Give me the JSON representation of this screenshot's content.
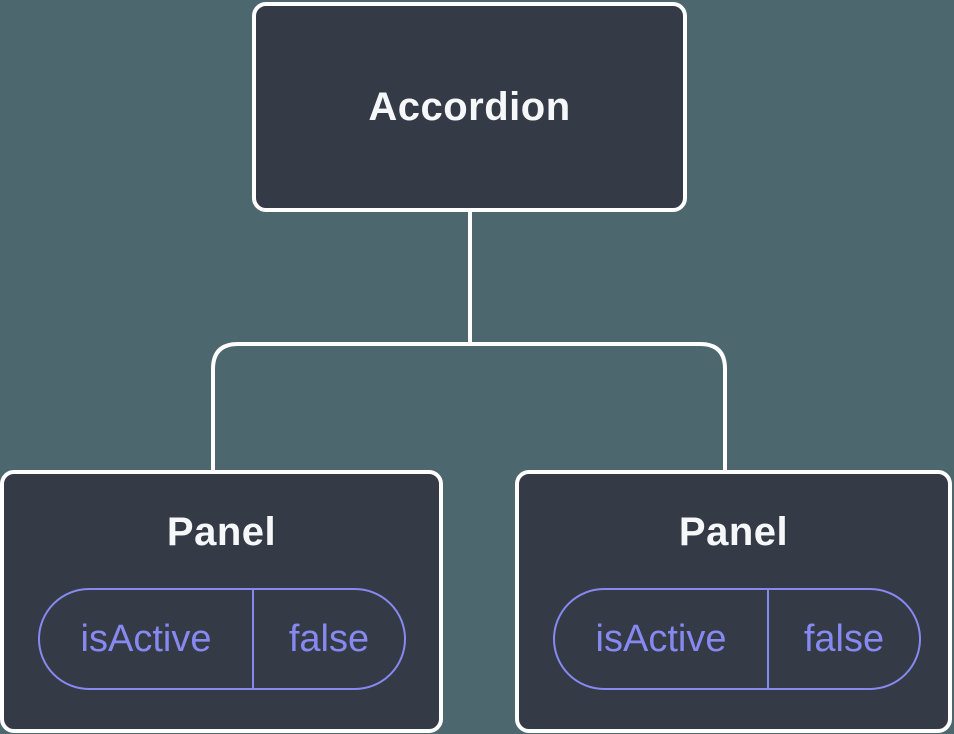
{
  "colors": {
    "background": "#4d676e",
    "node_background": "#343a46",
    "node_border": "#ffffff",
    "node_label_text": "#f6f7f9",
    "state_accent": "#868af0"
  },
  "tree": {
    "root": {
      "label": "Accordion"
    },
    "children": [
      {
        "label": "Panel",
        "state": {
          "name": "isActive",
          "value": "false"
        }
      },
      {
        "label": "Panel",
        "state": {
          "name": "isActive",
          "value": "false"
        }
      }
    ]
  }
}
